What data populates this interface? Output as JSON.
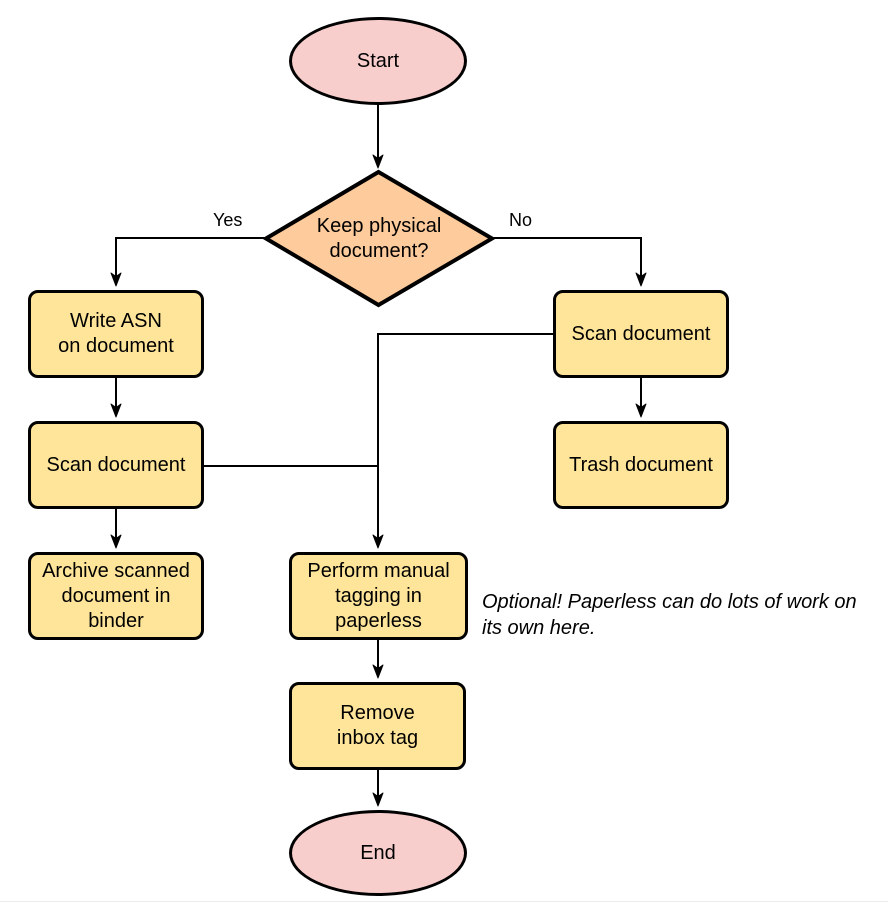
{
  "nodes": {
    "start": {
      "label": "Start",
      "type": "terminal"
    },
    "decision": {
      "label": "Keep physical\ndocument?",
      "type": "decision"
    },
    "write_asn": {
      "label": "Write ASN\non document",
      "type": "process"
    },
    "scan_left": {
      "label": "Scan document",
      "type": "process"
    },
    "archive": {
      "label": "Archive scanned\ndocument in\nbinder",
      "type": "process"
    },
    "scan_right": {
      "label": "Scan document",
      "type": "process"
    },
    "trash": {
      "label": "Trash document",
      "type": "process"
    },
    "tagging": {
      "label": "Perform manual\ntagging in\npaperless",
      "type": "process"
    },
    "remove_inbox": {
      "label": "Remove\ninbox tag",
      "type": "process"
    },
    "end": {
      "label": "End",
      "type": "terminal"
    }
  },
  "edge_labels": {
    "yes": "Yes",
    "no": "No"
  },
  "note": "Optional! Paperless can do lots of work on\nits own here.",
  "colors": {
    "terminal_fill": "#F8CECC",
    "decision_fill": "#FDCB9C",
    "process_fill": "#FFE59A",
    "stroke": "#000000"
  }
}
